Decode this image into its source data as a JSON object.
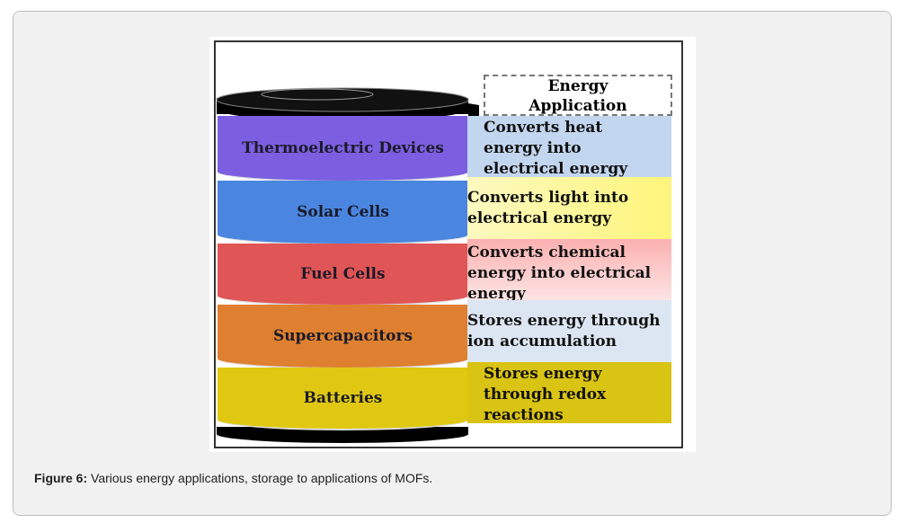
{
  "figure": {
    "header": "Energy Application",
    "layers": [
      {
        "name": "Thermoelectric Devices",
        "description": "Converts heat energy into electrical energy",
        "color": "#7b5fe0",
        "desc_color": "#c3d6ef"
      },
      {
        "name": "Solar Cells",
        "description": "Converts light into electrical energy",
        "color": "#4a86e0",
        "desc_color": "#fdf79a"
      },
      {
        "name": "Fuel Cells",
        "description": "Converts chemical energy into electrical energy",
        "color": "#e05555",
        "desc_color": "#fbc9c9"
      },
      {
        "name": "Supercapacitors",
        "description": "Stores energy through ion accumulation",
        "color": "#de8030",
        "desc_color": "#dce6f2"
      },
      {
        "name": "Batteries",
        "description": "Stores energy through redox reactions",
        "color": "#e0c812",
        "desc_color": "#d9c313"
      }
    ]
  },
  "caption": {
    "label": "Figure 6:",
    "text": " Various energy applications, storage to applications of MOFs."
  }
}
